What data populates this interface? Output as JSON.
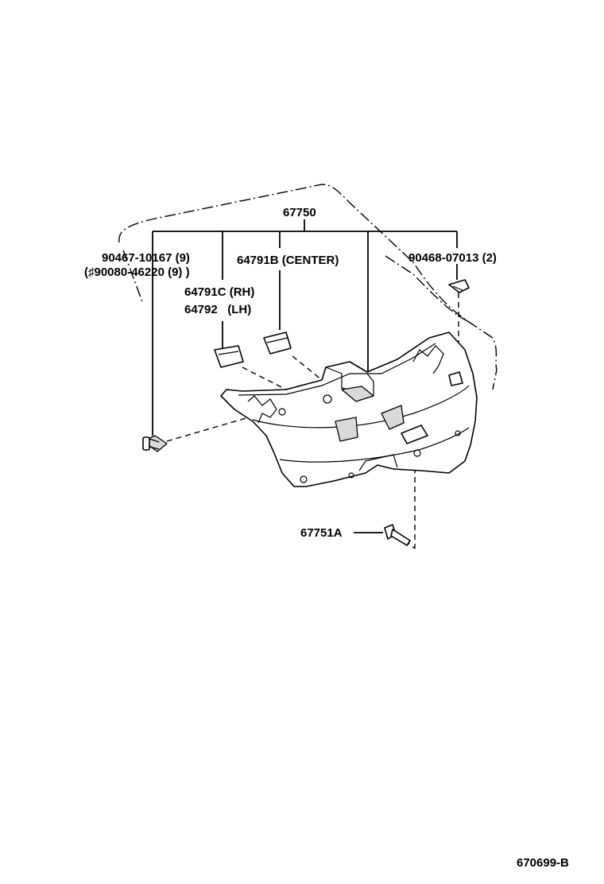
{
  "callouts": {
    "assembly": "67750",
    "clip_main": "90467-10167 (9)",
    "clip_alt": "(♯90080-46220 (9) )",
    "cover_center": "64791B (CENTER)",
    "cover_rh": "64791C (RH)",
    "cover_lh": "64792   (LH)",
    "clip_right": "90468-07013 (2)",
    "screw": "67751A"
  },
  "footer": {
    "diagram_id": "670699-B"
  }
}
